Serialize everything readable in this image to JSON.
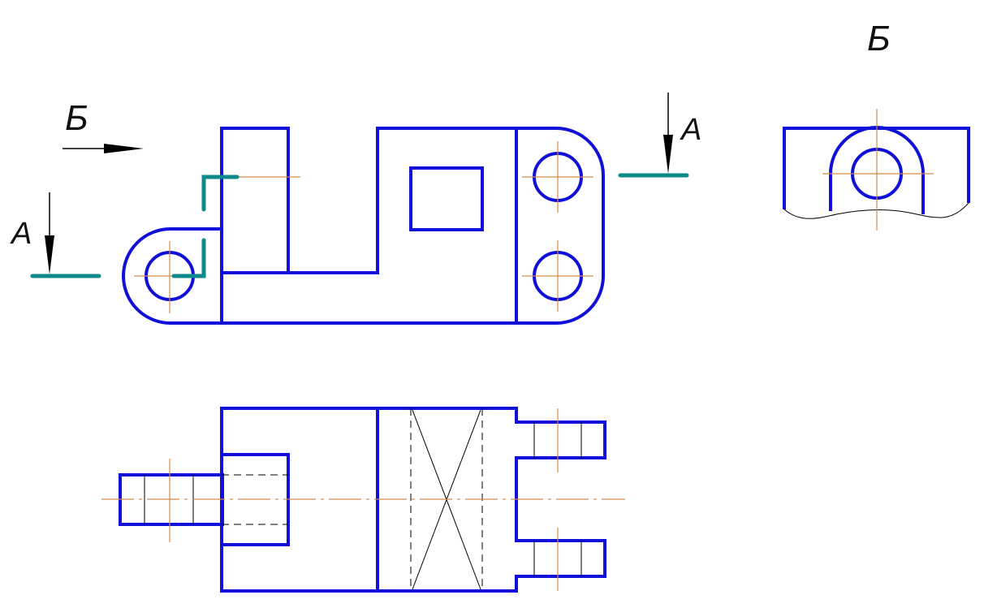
{
  "labels": {
    "view_b_arrow": "Б",
    "view_b_title": "Б",
    "section_a_left": "А",
    "section_a_right": "А"
  },
  "colors": {
    "main_outline": "#1010d8",
    "center_line": "#d08a4a",
    "cutting_plane": "#0e8a8a",
    "thin_line": "#000000"
  }
}
